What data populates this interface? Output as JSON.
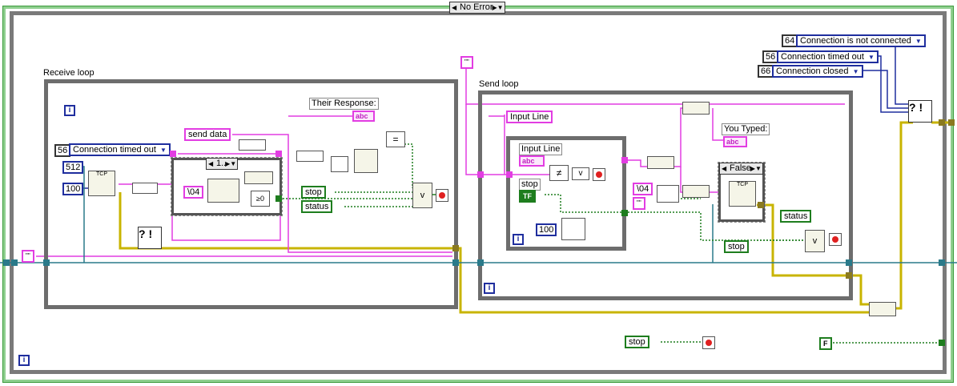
{
  "error_case_selector": "No Error",
  "receive_loop": {
    "label": "Receive loop",
    "their_response_label": "Their Response:",
    "send_data_const": "send data",
    "status_local": "status",
    "stop_local": "stop",
    "timeout_const": "512",
    "ms_const": "100",
    "error_code_const": "56",
    "error_ring": "Connection timed out",
    "char_const": "\\04",
    "compare_zero": "≥0",
    "index_selector": "1..",
    "str_indicator": "abc",
    "iteration_terminal": "i"
  },
  "send_loop": {
    "label": "Send loop",
    "input_line_local": "Input Line",
    "inner_input_line_label": "Input Line",
    "inner_input_line_ind": "abc",
    "inner_stop_label": "stop",
    "inner_stop_const": "TF",
    "wait_ms_const": "100",
    "char_const": "\\04",
    "you_typed_label": "You Typed:",
    "you_typed_ind": "abc",
    "case_selector": "False",
    "status_local": "status",
    "stop_local": "stop",
    "iteration_terminal": "i"
  },
  "error_codes": [
    {
      "code": "64",
      "text": "Connection is not connected"
    },
    {
      "code": "56",
      "text": "Connection timed out"
    },
    {
      "code": "66",
      "text": "Connection closed"
    }
  ],
  "empty_string_const": "\"\"",
  "bottom_stop_local": "stop",
  "false_const": "F",
  "outer_iteration": "i",
  "colors": {
    "string_wire": "#e23de2",
    "numeric_wire": "#1f2e9e",
    "bool_wire": "#1e7d1e",
    "error_wire": "#c8b400",
    "loop_border": "#6d6d6d",
    "case_border": "#3a9a3a"
  }
}
